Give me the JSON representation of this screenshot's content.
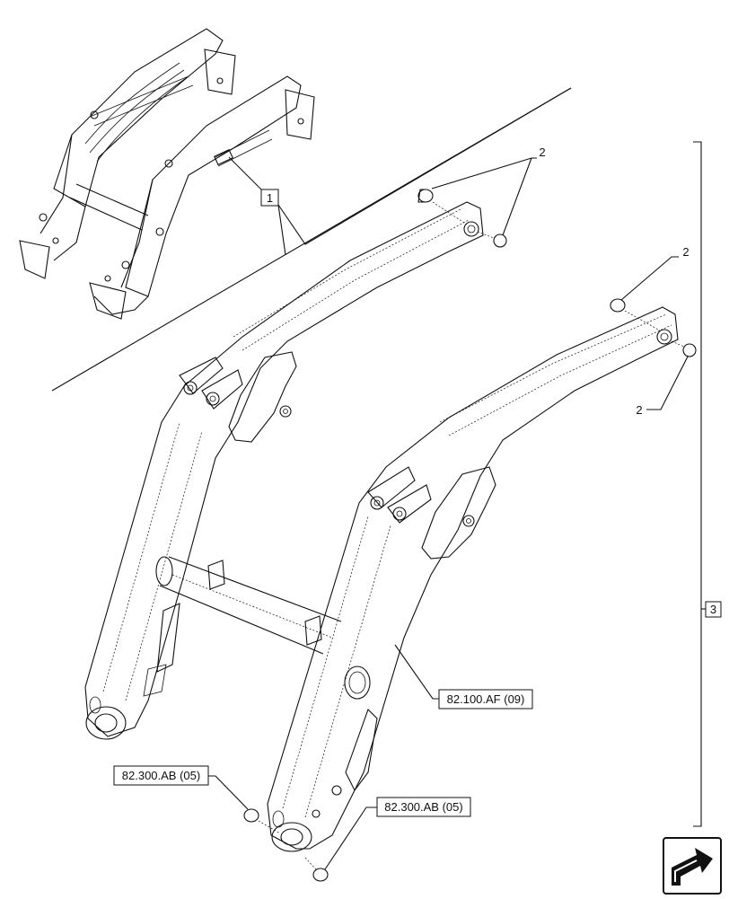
{
  "callouts": {
    "item_1": "1",
    "item_2_top": "2",
    "item_2_right_top": "2",
    "item_2_right_bottom": "2",
    "item_3": "3",
    "ref_main_frame": "82.100.AF (09)",
    "ref_pin_left": "82.300.AB (05)",
    "ref_pin_right": "82.300.AB (05)"
  },
  "icons": {
    "nav": "next-page-arrow-icon"
  }
}
